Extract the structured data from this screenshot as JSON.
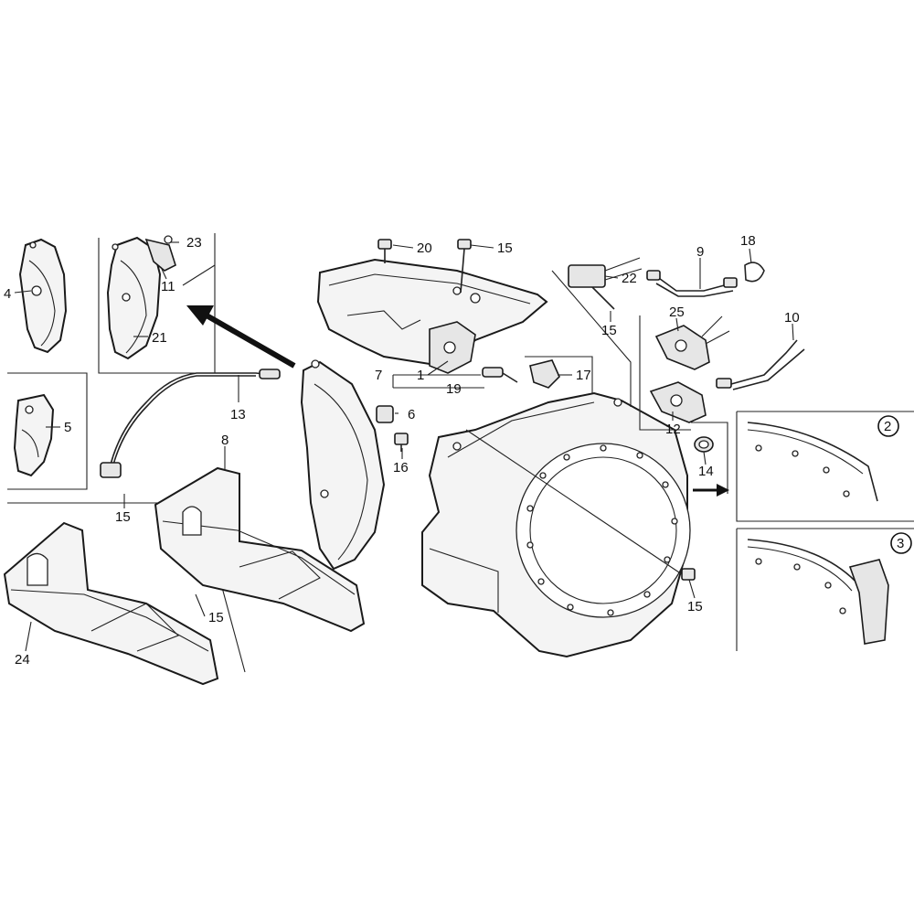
{
  "callouts": {
    "c1": "1",
    "c2": "2",
    "c3": "3",
    "c4": "4",
    "c5": "5",
    "c6": "6",
    "c7": "7",
    "c8": "8",
    "c9": "9",
    "c10": "10",
    "c11": "11",
    "c12": "12",
    "c13": "13",
    "c14": "14",
    "c15": "15",
    "c16": "16",
    "c17": "17",
    "c18": "18",
    "c19": "19",
    "c20": "20",
    "c21": "21",
    "c22": "22",
    "c23": "23",
    "c24": "24",
    "c25": "25"
  },
  "variants": {
    "v2": "2",
    "v3": "3"
  },
  "icons": {
    "main_arrow": "arrow-left-up-icon",
    "detail_arrow": "arrow-right-icon"
  }
}
